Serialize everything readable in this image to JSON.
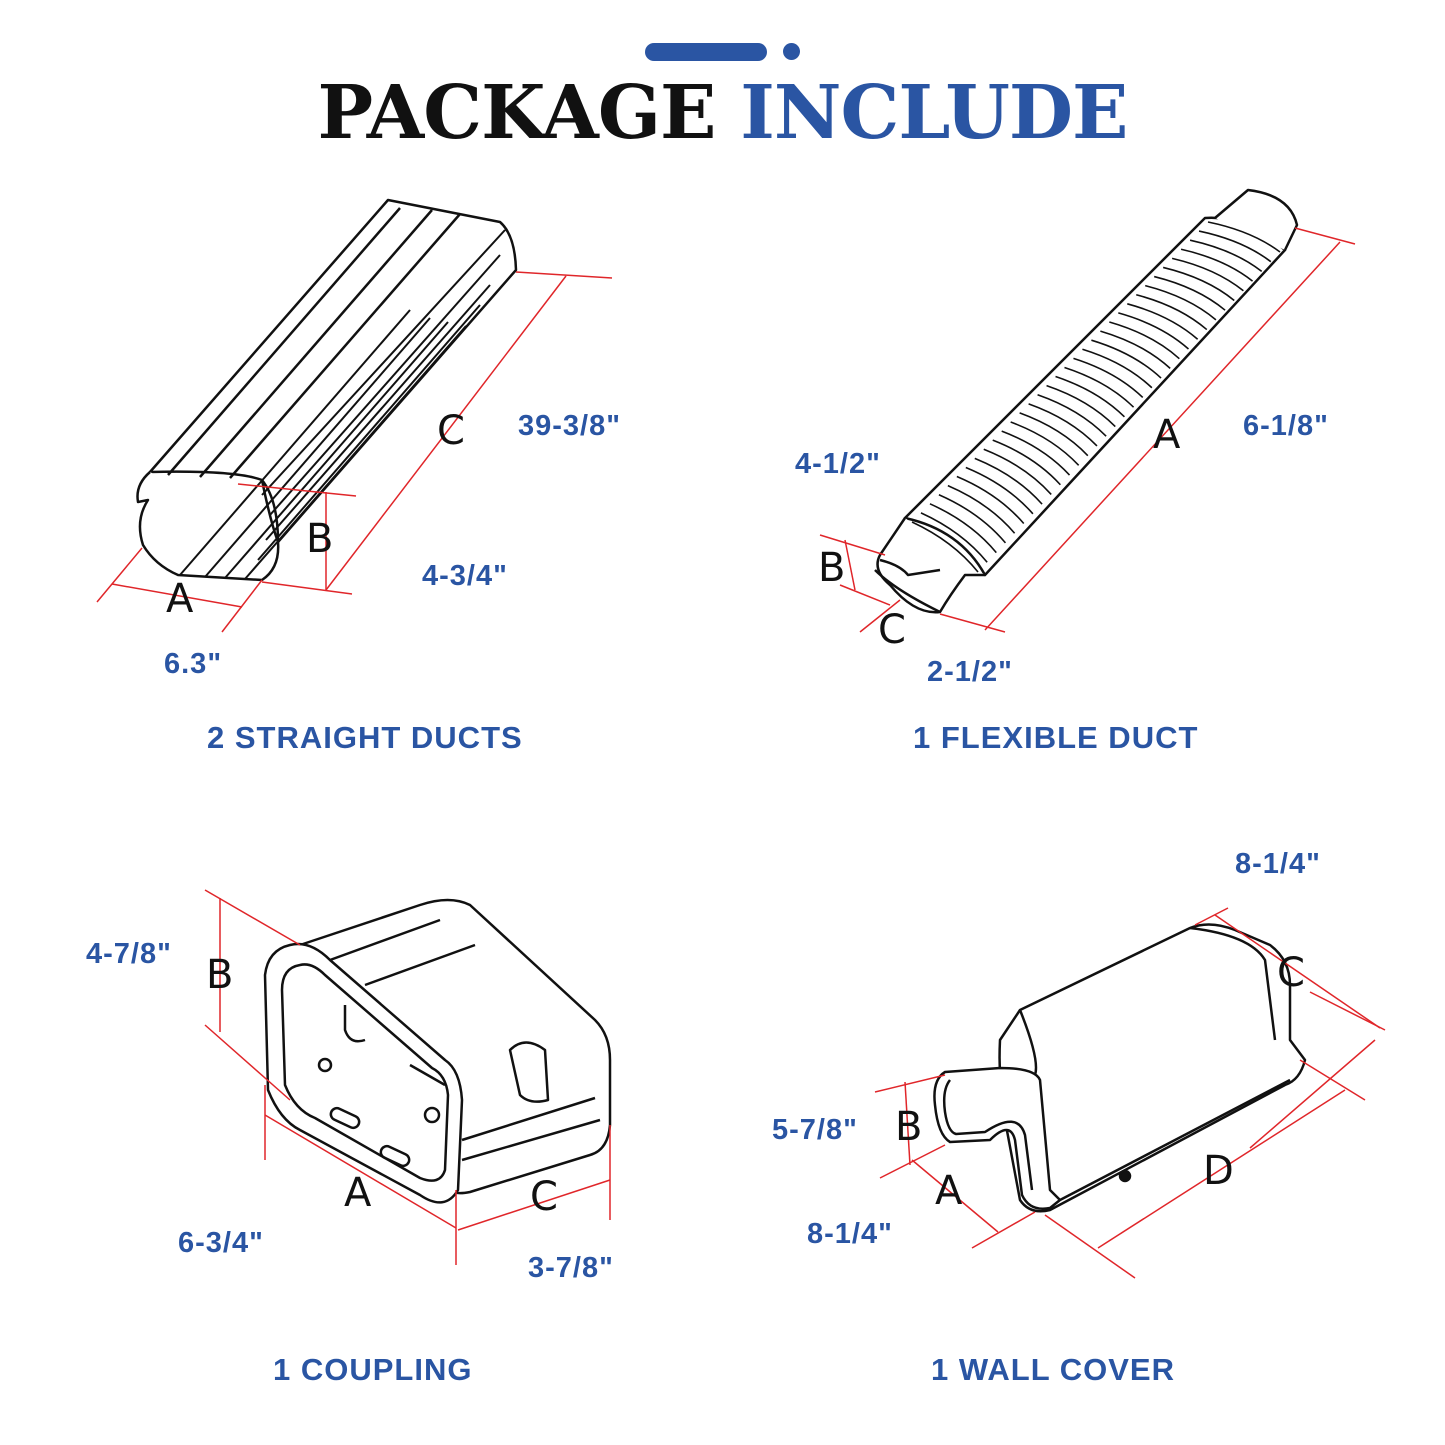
{
  "header": {
    "title_part1": "PACKAGE",
    "title_part2": "INCLUDE",
    "accent_color": "#2a55a3"
  },
  "items": [
    {
      "caption": "2 STRAIGHT DUCTS",
      "letters": [
        "A",
        "B",
        "C"
      ],
      "dims": [
        "39-3/8\"",
        "4-3/4\"",
        "6.3\""
      ]
    },
    {
      "caption": "1 FLEXIBLE DUCT",
      "letters": [
        "A",
        "B",
        "C"
      ],
      "dims": [
        "6-1/8\"",
        "4-1/2\"",
        "2-1/2\""
      ]
    },
    {
      "caption": "1 COUPLING",
      "letters": [
        "A",
        "B",
        "C"
      ],
      "dims": [
        "4-7/8\"",
        "6-3/4\"",
        "3-7/8\""
      ]
    },
    {
      "caption": "1 WALL COVER",
      "letters": [
        "A",
        "B",
        "C",
        "D"
      ],
      "dims": [
        "8-1/4\"",
        "5-7/8\"",
        "8-1/4\""
      ]
    }
  ]
}
